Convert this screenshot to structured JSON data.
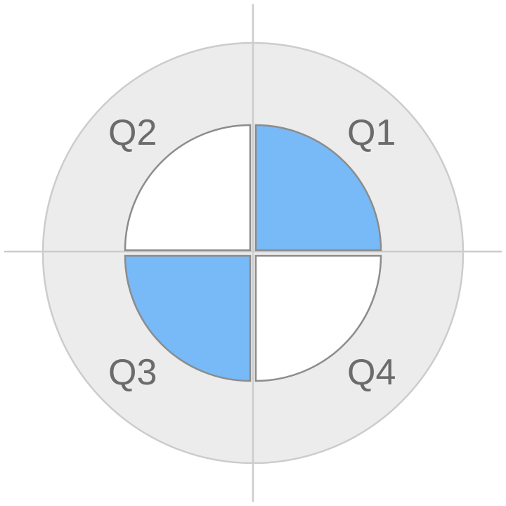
{
  "quadrants": {
    "q1": {
      "label": "Q1",
      "highlighted": true
    },
    "q2": {
      "label": "Q2",
      "highlighted": false
    },
    "q3": {
      "label": "Q3",
      "highlighted": true
    },
    "q4": {
      "label": "Q4",
      "highlighted": false
    }
  },
  "colors": {
    "ring_fill": "#ececec",
    "ring_stroke": "#cccccc",
    "axis": "#cccccc",
    "highlight": "#78b9f7",
    "plain": "#ffffff",
    "sector_stroke": "#8c8c8c",
    "label": "#6b6b6b"
  }
}
